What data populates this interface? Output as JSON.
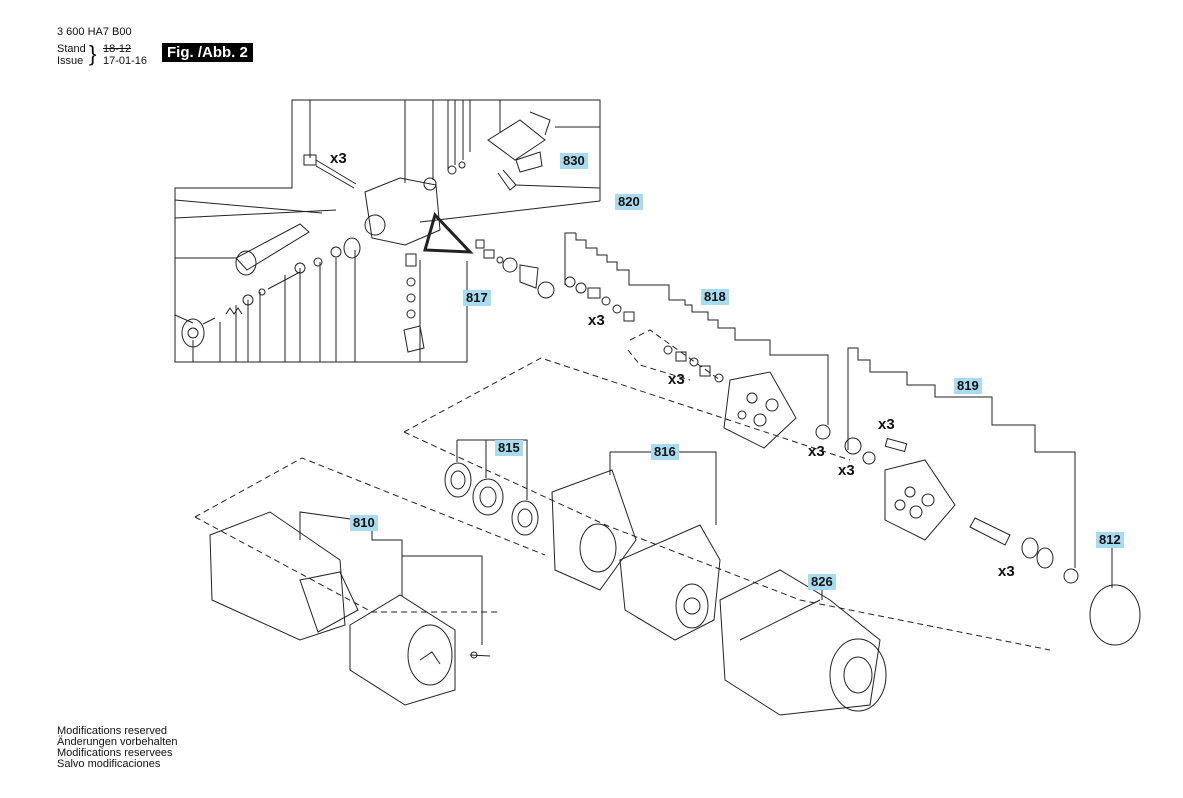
{
  "header": {
    "doc_number": "3 600 HA7 B00",
    "stand_label": "Stand",
    "stand_value": "18-12",
    "issue_label": "Issue",
    "issue_value": "17-01-16",
    "figure_label": "Fig. /Abb. 2"
  },
  "callouts": [
    "830",
    "820",
    "817",
    "818",
    "819",
    "815",
    "816",
    "810",
    "812",
    "826"
  ],
  "multipliers": [
    "x3",
    "x3",
    "x3",
    "x3",
    "x3",
    "x3",
    "x3"
  ],
  "footer": {
    "lines": [
      "Modifications reserved",
      "Änderungen vorbehalten",
      "Modifications reservees",
      "Salvo modificaciones"
    ]
  },
  "colors": {
    "callout_bg": "#a8dbef",
    "line": "#222222"
  }
}
